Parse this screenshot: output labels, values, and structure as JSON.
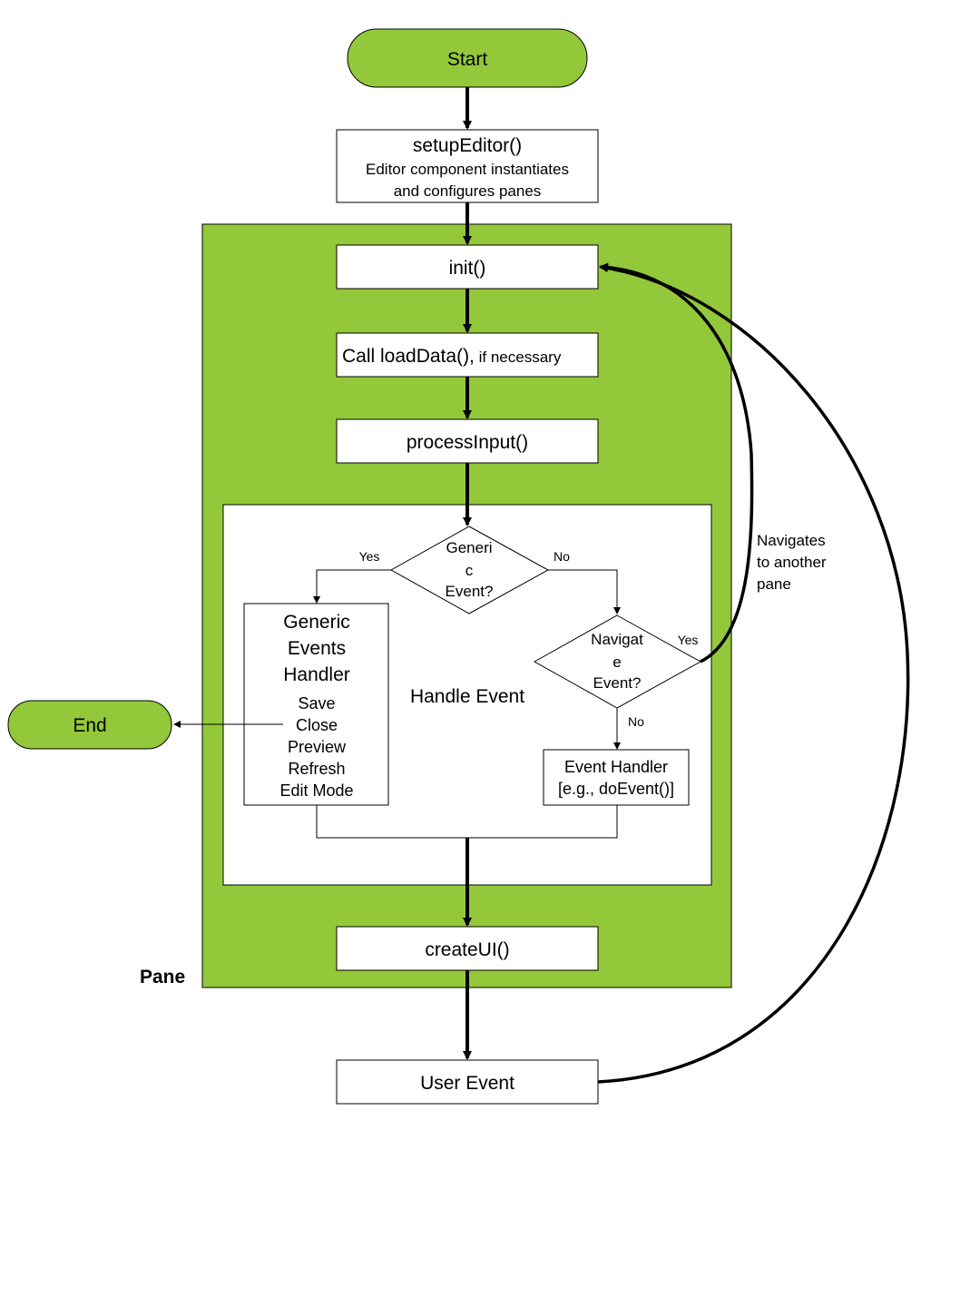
{
  "colors": {
    "green": "#93c83a",
    "stroke": "#000000",
    "box_fill": "#ffffff"
  },
  "nodes": {
    "start": "Start",
    "setup": {
      "title": "setupEditor()",
      "line1": "Editor component instantiates",
      "line2": "and configures panes"
    },
    "init": "init()",
    "load": {
      "main": "Call loadData(),",
      "suffix": " if necessary"
    },
    "process": "processInput()",
    "generic_decision": {
      "line1": "Generi",
      "line2": "c",
      "line3": "Event?"
    },
    "navigate_decision": {
      "line1": "Navigat",
      "line2": "e",
      "line3": "Event?"
    },
    "generic_handler": {
      "title1": "Generic",
      "title2": "Events",
      "title3": "Handler",
      "items": [
        "Save",
        "Close",
        "Preview",
        "Refresh",
        "Edit Mode"
      ]
    },
    "event_handler": {
      "line1": "Event Handler",
      "line2": "[e.g., doEvent()]"
    },
    "handle_event_label": "Handle Event",
    "create_ui": "createUI()",
    "user_event": "User Event",
    "end": "End",
    "pane_label": "Pane"
  },
  "edge_labels": {
    "generic_yes": "Yes",
    "generic_no": "No",
    "navigate_yes": "Yes",
    "navigate_no": "No",
    "navigates_line1": "Navigates",
    "navigates_line2": "to another",
    "navigates_line3": "pane"
  }
}
